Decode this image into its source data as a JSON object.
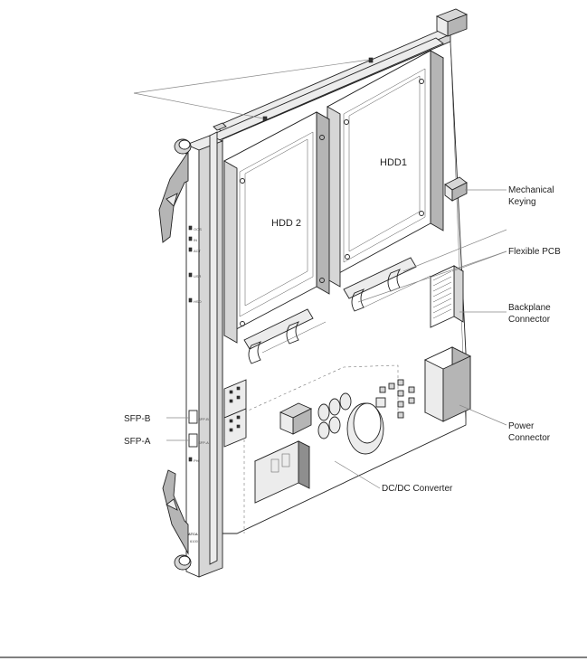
{
  "labels": {
    "hdd1": "HDD1",
    "hdd2": "HDD 2",
    "mechanical_keying_line1": "Mechanical",
    "mechanical_keying_line2": "Keying",
    "flexible_pcb": "Flexible PCB",
    "backplane_line1": "Backplane",
    "backplane_line2": "Connector",
    "power_line1": "Power",
    "power_line2": "Connector",
    "dcdc_converter": "DC/DC Converter",
    "sfp_b": "SFP-B",
    "sfp_a": "SFP-A"
  },
  "faceplate_text": {
    "led1": "OOS",
    "led2": "IN",
    "led3": "ACT",
    "led4": "USR",
    "led5": "HSO",
    "port_b": "SFP-B",
    "port_a": "SFP-A",
    "led6": "PH",
    "brand": "ATCA",
    "model": "6100"
  },
  "colors": {
    "line": "#222222",
    "leader": "#888888",
    "background": "#ffffff"
  }
}
